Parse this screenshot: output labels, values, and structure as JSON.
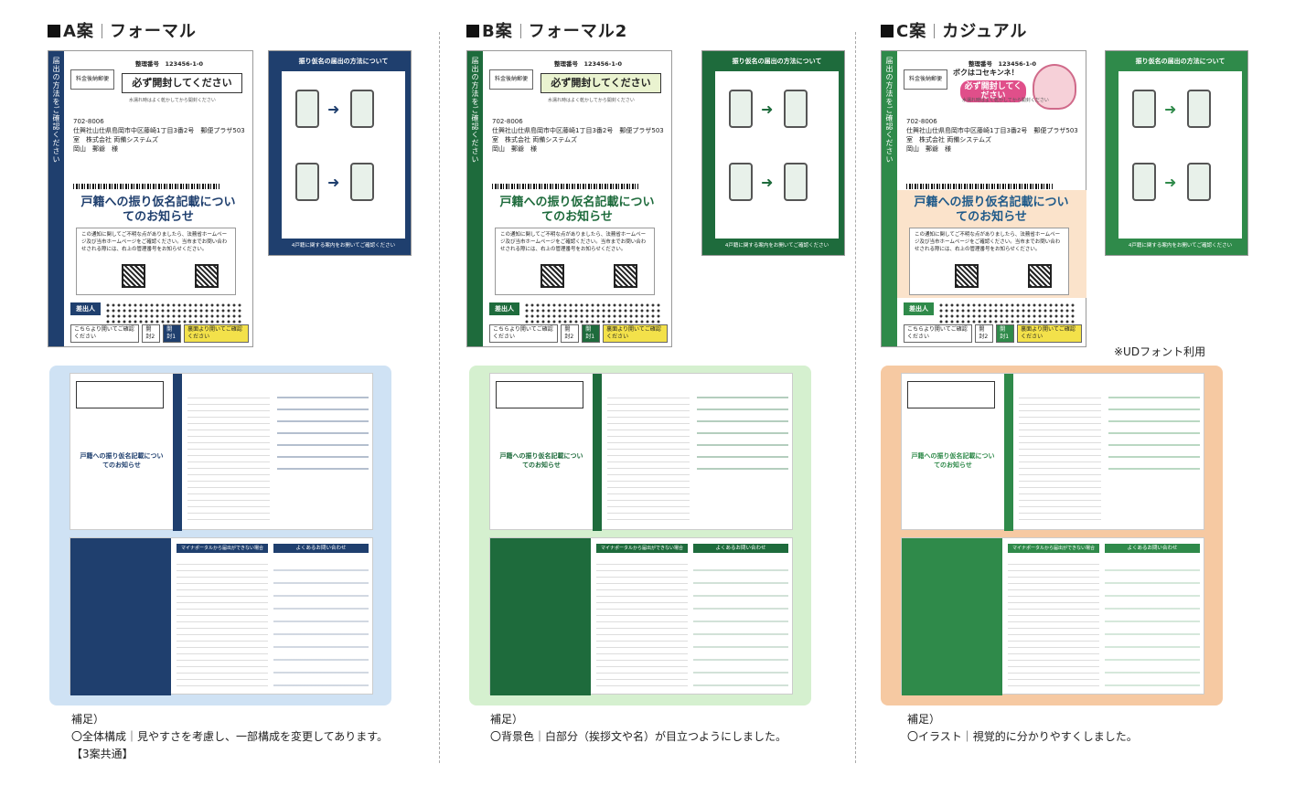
{
  "plans": [
    {
      "label": "A案",
      "style": "フォーマル",
      "accent": "#1f3f6e",
      "bg": "#cfe2f4",
      "envelope": {
        "ref": "整理番号　123456-1-0",
        "stamp": "料金後納郵便",
        "open": "必ず開封してください",
        "open_sub": "水濡れ時はよく乾かしてから開封ください",
        "address": "702-8006\n仕興社山仕県島岡市中区藤崎1丁目3番2号　郵便プラザ503室　株式会社 両備システムズ\n岡山　郵爺　様",
        "title": "戸籍への振り仮名記載についてのお知らせ",
        "notice": "この通知に関してご不明な点がありましたら、法務省ホームページ及び当市ホームページをご確認ください。当市までお問い合わせされる際には、右上の管理番号をお知らせください。",
        "sender": "差出人",
        "side_text": "届出の方法をご確認ください",
        "btn1": "こちらより開いてご確認ください",
        "btn2": "開封2",
        "btn3": "開封1",
        "btn4": "裏面より開いてご確認ください"
      },
      "flap": {
        "header": "振り仮名の届出の方法について",
        "footer": "4戸籍に関する案内をお開いてご確認ください"
      }
    },
    {
      "label": "B案",
      "style": "フォーマル2",
      "accent": "#1e6b3c",
      "bg": "#d5f0cf",
      "envelope": {
        "ref": "整理番号　123456-1-0",
        "stamp": "料金後納郵便",
        "open": "必ず開封してください",
        "open_sub": "水濡れ時はよく乾かしてから開封ください",
        "address": "702-8006\n仕興社山仕県島岡市中区藤崎1丁目3番2号　郵便プラザ503室　株式会社 両備システムズ\n岡山　郵爺　様",
        "title": "戸籍への振り仮名記載についてのお知らせ",
        "notice": "この通知に関してご不明な点がありましたら、法務省ホームページ及び当市ホームページをご確認ください。当市までお問い合わせされる際には、右上の管理番号をお知らせください。",
        "sender": "差出人",
        "side_text": "届出の方法をご確認ください",
        "btn1": "こちらより開いてご確認ください",
        "btn2": "開封2",
        "btn3": "開封1",
        "btn4": "裏面より開いてご確認ください"
      },
      "flap": {
        "header": "振り仮名の届出の方法について",
        "footer": "4戸籍に関する案内をお開いてご確認ください"
      }
    },
    {
      "label": "C案",
      "style": "カジュアル",
      "accent": "#2f8a4a",
      "bg": "#f6c9a2",
      "envelope": {
        "ref": "整理番号　123456-1-0",
        "stamp": "料金後納郵便",
        "open": "必ず開封してください",
        "open_sub": "水濡れ時はよく乾かしてから開封ください",
        "mascot": "ボクはコセキンネ！",
        "address": "702-8006\n仕興社山仕県島岡市中区藤崎1丁目3番2号　郵便プラザ503室　株式会社 両備システムズ\n岡山　郵爺　様",
        "title": "戸籍への振り仮名記載についてのお知らせ",
        "notice": "この通知に関してご不明な点がありましたら、法務省ホームページ及び当市ホームページをご確認ください。当市までお問い合わせされる際には、右上の管理番号をお知らせください。",
        "sender": "差出人",
        "side_text": "届出の方法をご確認ください",
        "btn1": "こちらより開いてご確認ください",
        "btn2": "開封2",
        "btn3": "開封1",
        "btn4": "裏面より開いてご確認ください"
      },
      "flap": {
        "header": "振り仮名の届出の方法について",
        "footer": "4戸籍に関する案内をお開いてご確認ください"
      }
    }
  ],
  "ud_note": "※UDフォント利用",
  "notes": [
    {
      "title": "補足）",
      "line1": "〇全体構成｜見やすさを考慮し、一部構成を変更してあります。",
      "line2": "【3案共通】"
    },
    {
      "title": "補足）",
      "line1": "〇背景色｜白部分（挨拶文や名）が目立つようにしました。",
      "line2": ""
    },
    {
      "title": "補足）",
      "line1": "〇イラスト｜視覚的に分かりやすくしました。",
      "line2": ""
    }
  ],
  "faq_title": "よくあるお問い合わせ",
  "mynumber_title": "マイナポータルから届出ができない場合"
}
